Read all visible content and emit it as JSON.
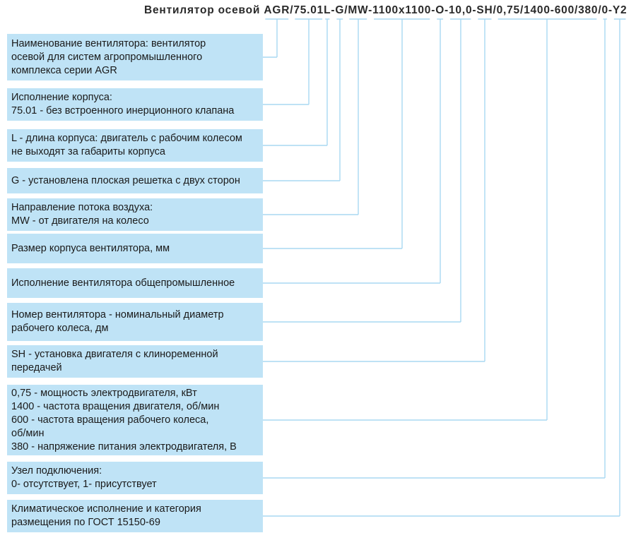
{
  "code": {
    "prefix": "Вентилятор осевой ",
    "segments": [
      "AGR",
      "/",
      "75.01",
      "L",
      "-",
      "G",
      "/",
      "MW",
      "-",
      "1100x1100",
      "-",
      "O",
      "-",
      "10,0",
      "-",
      "SH",
      "/",
      "0,75/1400-600/380",
      "/",
      "0",
      "-",
      "Y2"
    ]
  },
  "descriptions": [
    "Наименование вентилятора: вентилятор\nосевой для систем агропромышленного\nкомплекса серии AGR",
    "Исполнение корпуса:\n75.01 - без встроенного инерционного клапана",
    "L - длина корпуса: двигатель с рабочим колесом\nне выходят за габариты корпуса",
    "G - установлена плоская решетка с двух сторон",
    "Направление потока воздуха:\nMW - от двигателя на колесо",
    "Размер корпуса вентилятора, мм",
    "Исполнение вентилятора общепромышленное",
    "Номер вентилятора - номинальный диаметр\nрабочего колеса, дм",
    "SH - установка двигателя с клиноременной\nпередачей",
    "0,75 - мощность электродвигателя, кВт\n1400 - частота вращения двигателя, об/мин\n600 - частота вращения рабочего колеса,\nоб/мин\n380 - напряжение питания электродвигателя, В",
    "Узел подключения:\n0- отсутствует, 1- присутствует",
    "Климатическое исполнение и категория\nразмещения по ГОСТ 15150-69"
  ],
  "colors": {
    "box": "#bfe3f6",
    "line": "#a9d8f2"
  }
}
